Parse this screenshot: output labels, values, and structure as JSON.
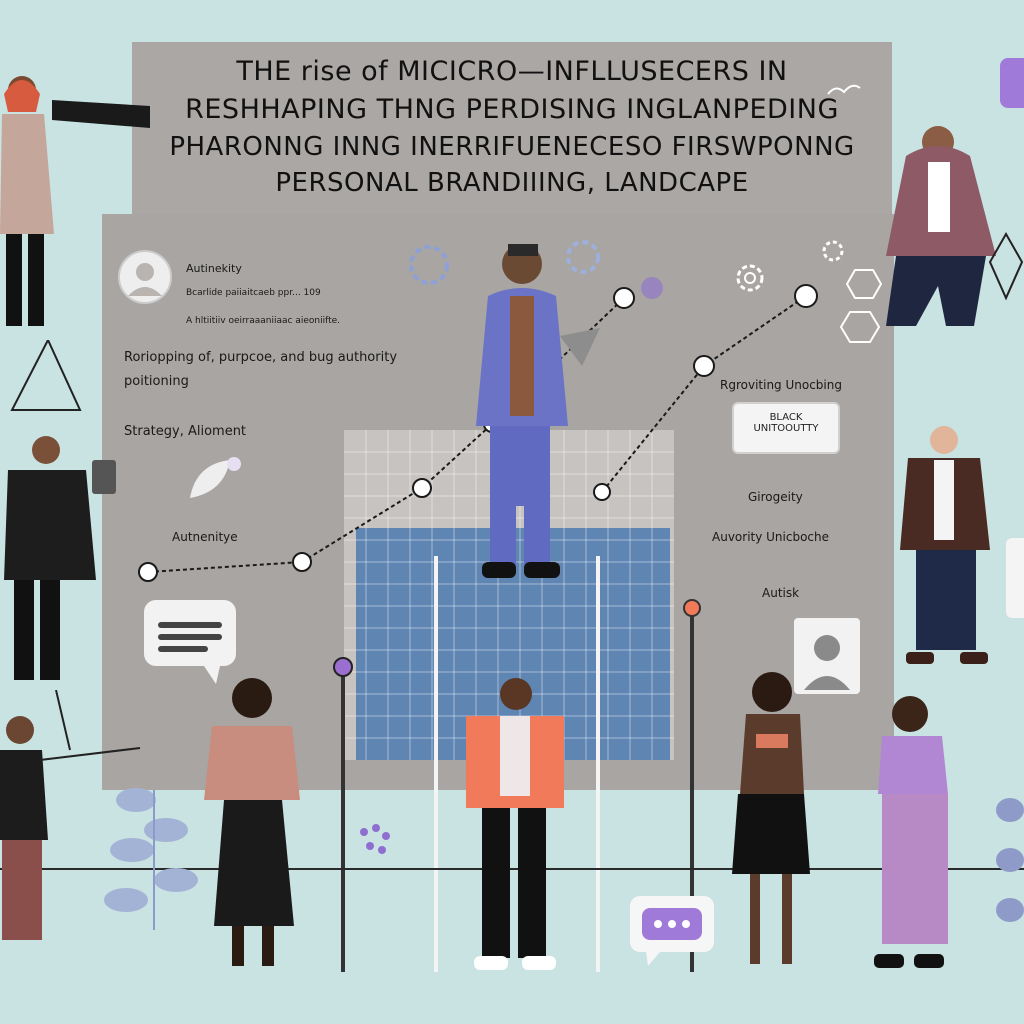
{
  "title": {
    "line1": "THE rise of MICICRO—INFLLUSECERS IN",
    "line2": "RESHHAPING THNG PERDISING INGLANPEDING",
    "line3": "PHARONNG INNG INERRIFUENECESO FIRSWPONNG",
    "line4": "PERSONAL BRANDIIING, LANDCAPE"
  },
  "panel": {
    "heading": "Autinekity",
    "sub1": "Bcarlide paiiaitcaeb ppr...   109",
    "sub2": "A hltiitiiv oeirraaaniiaac aieoniifte.",
    "label1_line1": "Roriopping of, purpcoe, and bug authority",
    "label1_line2": "poitioning",
    "label2": "Strategy, Alioment",
    "label3": "Autnenitye",
    "right_label1": "Rgroviting Unocbing",
    "badge_line1": "BLACK",
    "badge_line2": "UNITOOUTTY",
    "right_label2": "Girogeity",
    "right_label3": "Auvority Unicboche",
    "right_label4": "Autisk"
  },
  "icons": {
    "telescope": "telescope-icon",
    "gear": "gear-icon",
    "hexagon": "hexagon-icon",
    "chat": "chat-bubble-icon",
    "leaf": "leaf-icon",
    "phone": "phone-icon",
    "portrait": "portrait-icon"
  },
  "colors": {
    "background": "#c9e2e2",
    "panel": "#a8a5a2",
    "grid_fill": "#5f85b2",
    "accent_purple": "#9b6fd0",
    "accent_coral": "#f07a5a"
  }
}
